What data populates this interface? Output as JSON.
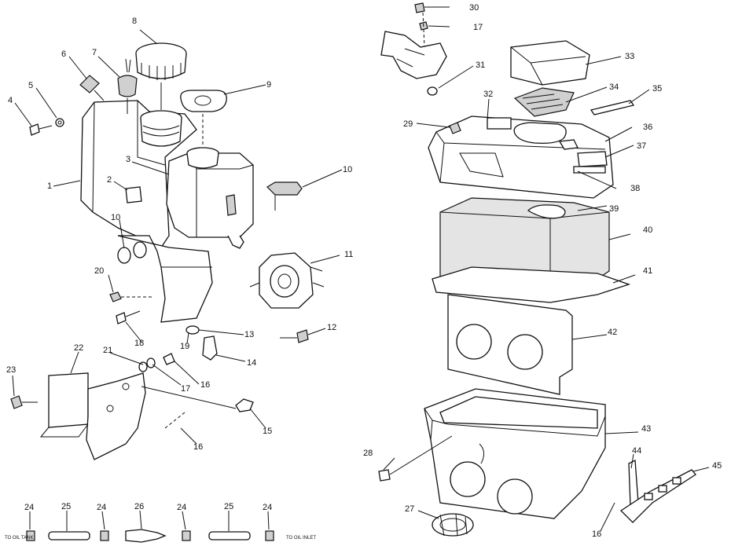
{
  "callouts": [
    "30",
    "17",
    "31",
    "33",
    "32",
    "34",
    "35",
    "29",
    "36",
    "37",
    "38",
    "39",
    "40",
    "41",
    "42",
    "43",
    "44",
    "45",
    "28",
    "27",
    "16",
    "8",
    "7",
    "6",
    "5",
    "4",
    "9",
    "3",
    "2",
    "1",
    "10",
    "10",
    "11",
    "20",
    "12",
    "13",
    "18",
    "19",
    "14",
    "21",
    "16",
    "17",
    "22",
    "23",
    "15",
    "16",
    "24",
    "25",
    "24",
    "26",
    "24",
    "25",
    "24"
  ],
  "notes": {
    "to_oil_tank": "TO OIL TANK",
    "to_oil_inlet": "TO OIL INLET"
  }
}
